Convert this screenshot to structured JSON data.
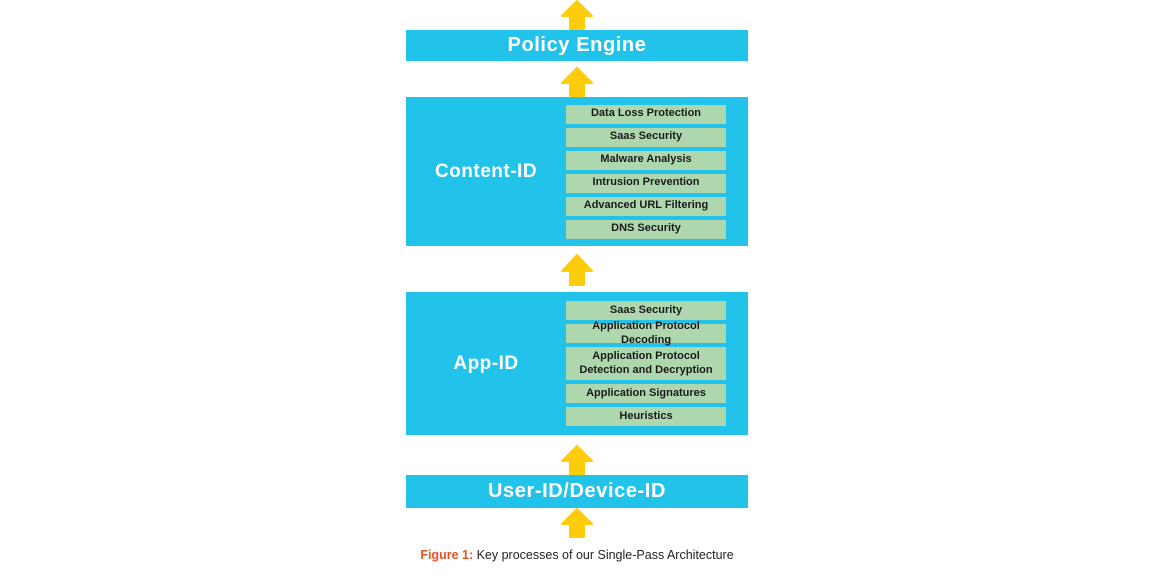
{
  "figure": {
    "caption_label": "Figure 1:",
    "caption_text": " Key processes of our Single-Pass Architecture"
  },
  "colors": {
    "cyan": "#22c3eb",
    "green": "#afd7ae",
    "yellow": "#ffcc0d",
    "orange": "#f04e23",
    "text_dark": "#231f20",
    "text_light": "#ffffff"
  },
  "flow": {
    "arrow_icon": "arrow-up-icon",
    "direction": "upward",
    "arrow_count": 5
  },
  "stages": [
    {
      "id": "policy-engine",
      "label": "Policy Engine",
      "type": "bar",
      "items": []
    },
    {
      "id": "content-id",
      "label": "Content-ID",
      "type": "group",
      "items": [
        "Data Loss Protection",
        "Saas Security",
        "Malware Analysis",
        "Intrusion Prevention",
        "Advanced URL Filtering",
        "DNS Security"
      ]
    },
    {
      "id": "app-id",
      "label": "App-ID",
      "type": "group",
      "items": [
        "Saas Security",
        "Application Protocol Decoding",
        "Application Protocol Detection and Decryption",
        "Application Signatures",
        "Heuristics"
      ]
    },
    {
      "id": "user-id-device-id",
      "label": "User-ID/Device-ID",
      "type": "bar",
      "items": []
    }
  ]
}
